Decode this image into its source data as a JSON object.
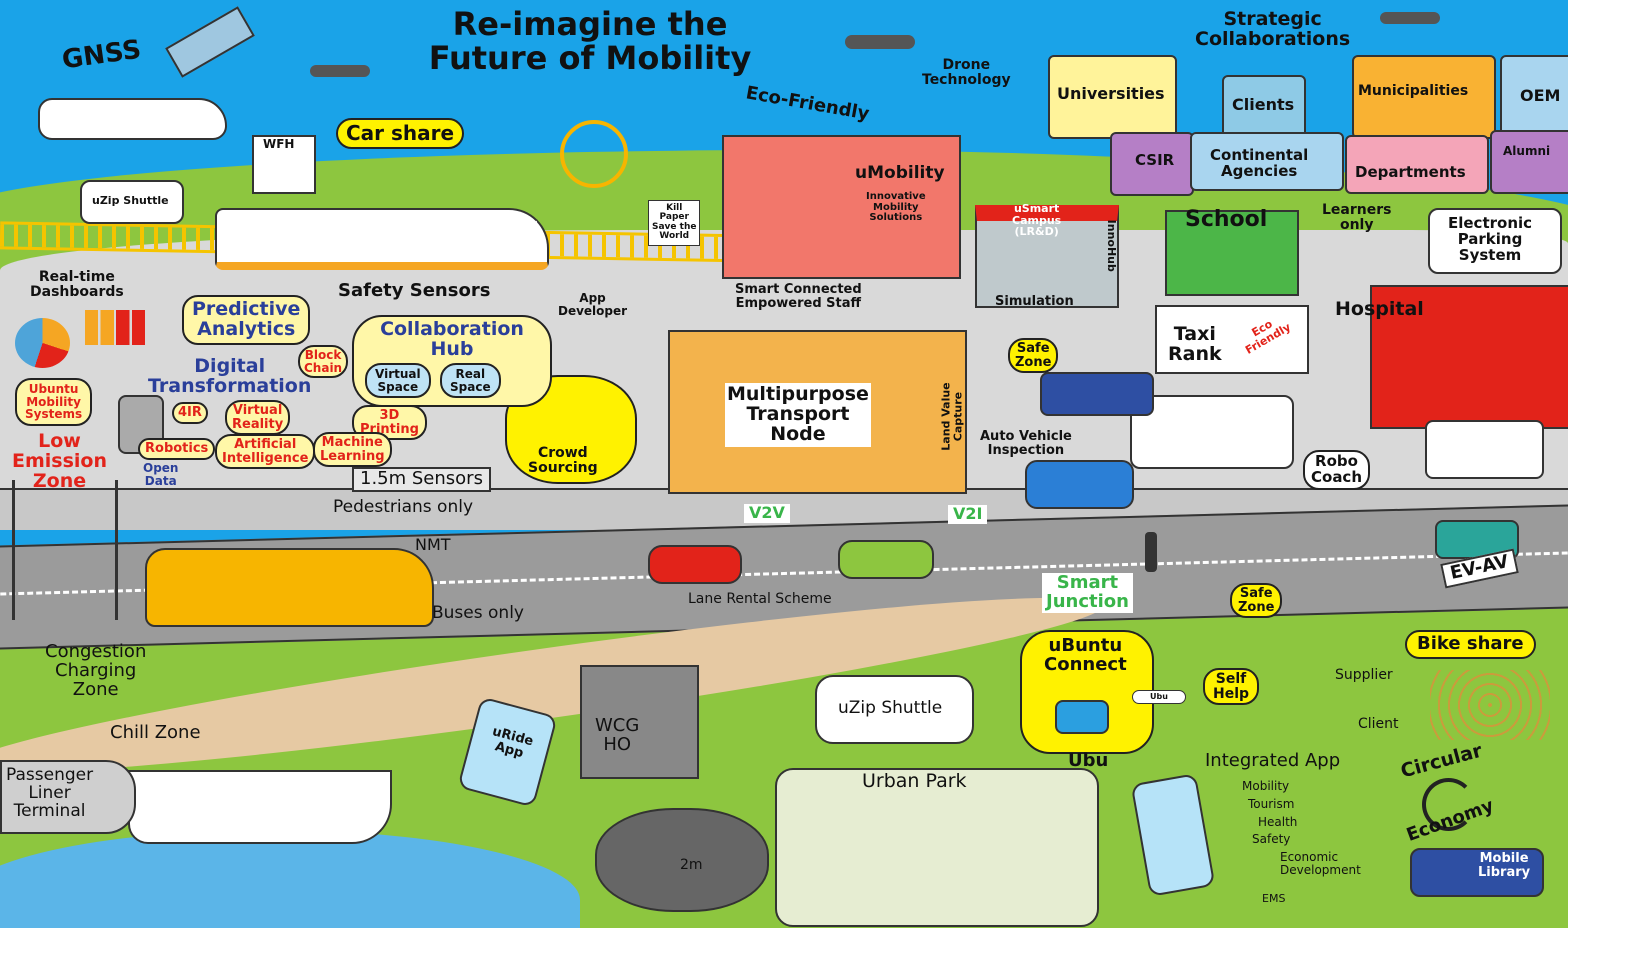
{
  "title": {
    "line1": "Re-imagine the",
    "line2": "Future of Mobility"
  },
  "sky": {
    "gnss": "GNSS",
    "drone": "Drone\nTechnology",
    "eco_friendly": "Eco-Friendly",
    "car_share": "Car share",
    "wfh": "WFH",
    "uzip_top": "uZip Shuttle"
  },
  "collaborations": {
    "heading": "Strategic\nCollaborations",
    "pieces": [
      "Universities",
      "Clients",
      "Municipalities",
      "OEM",
      "CSIR",
      "Continental\nAgencies",
      "Departments",
      "Alumni"
    ]
  },
  "buildings": {
    "umobility": "uMobility",
    "umobility_sub": "Innovative\nMobility\nSolutions",
    "kill_paper": "Kill\nPaper\nSave the\nWorld",
    "smart_staff": "Smart Connected\nEmpowered Staff",
    "usmart": "uSmart\nCampus\n(LR&D)",
    "innohub": "InnoHub",
    "simulation": "Simulation",
    "school": "School",
    "learners": "Learners\nonly",
    "parking": "Electronic\nParking\nSystem",
    "hospital": "Hospital",
    "taxi_rank": "Taxi\nRank",
    "taxi_eco": "Eco\nFriendly",
    "multipurpose": "Multipurpose\nTransport\nNode",
    "land_value": "Land Value\nCapture"
  },
  "digital": {
    "dashboards": "Real-time\nDashboards",
    "safety_sensors": "Safety Sensors",
    "app_developer": "App\nDeveloper",
    "predictive": "Predictive\nAnalytics",
    "collab_hub": "Collaboration\nHub",
    "virtual_space": "Virtual\nSpace",
    "real_space": "Real\nSpace",
    "block_chain": "Block\nChain",
    "digital_transformation": "Digital\nTransformation",
    "ubuntu_mobility": "Ubuntu\nMobility\nSystems",
    "fourir": "4IR",
    "vr": "Virtual\nReality",
    "printing": "3D\nPrinting",
    "robotics": "Robotics",
    "ai": "Artificial\nIntelligence",
    "ml": "Machine\nLearning",
    "low_emission": "Low\nEmission\nZone",
    "open_data": "Open\nData",
    "sensors_15": "1.5m Sensors",
    "crowd": "Crowd\nSourcing"
  },
  "road": {
    "safe_zone_1": "Safe\nZone",
    "auto_inspection": "Auto Vehicle\nInspection",
    "robo_coach": "Robo\nCoach",
    "pedestrians": "Pedestrians only",
    "nmt": "NMT",
    "v2v": "V2V",
    "v2i": "V2I",
    "lane_rental": "Lane Rental Scheme",
    "buses_only": "Buses only",
    "smart_junction": "Smart\nJunction",
    "safe_zone_2": "Safe\nZone",
    "ev_av": "EV-AV"
  },
  "ground": {
    "congestion": "Congestion\nCharging\nZone",
    "chill": "Chill Zone",
    "uride": "uRide\nApp",
    "wcg": "WCG\nHO",
    "ubuntu_connect": "uBuntu\nConnect",
    "ubu": "Ubu",
    "ubu_bubble": "Ubu",
    "uzip_bottom": "uZip Shuttle",
    "self_help": "Self\nHelp",
    "supplier": "Supplier",
    "client": "Client",
    "bike_share": "Bike share",
    "urban_park": "Urban Park",
    "integrated_app": "Integrated App",
    "app_items": [
      "Mobility",
      "Tourism",
      "Health",
      "Safety",
      "Economic\nDevelopment",
      "EMS"
    ],
    "circular": "Circular",
    "economy": "Economy",
    "mobile_library": "Mobile\nLibrary",
    "liner": "Passenger\nLiner\nTerminal",
    "distance": "2m"
  },
  "colors": {
    "sky": "#1aa3e8",
    "grass": "#8dc63f",
    "urban": "#d9d9d9",
    "road": "#9b9b9b",
    "accent_yellow": "#fff200"
  }
}
